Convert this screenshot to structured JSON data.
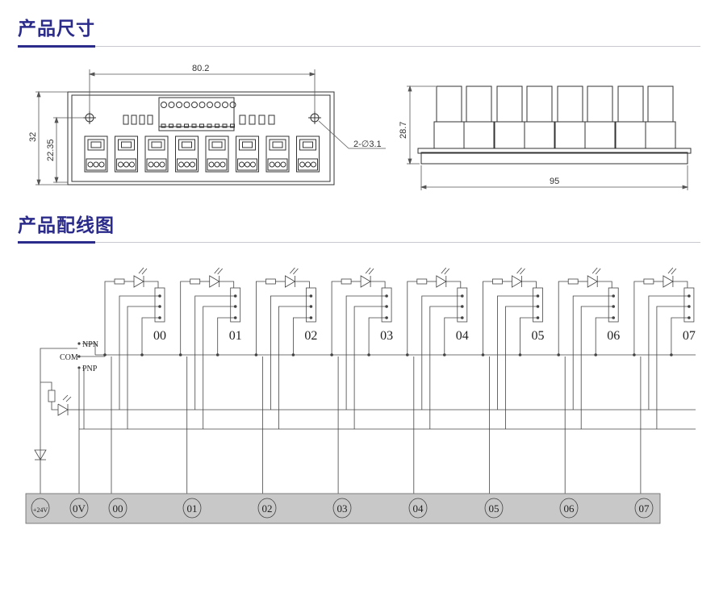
{
  "sections": {
    "dimensions_title": "产品尺寸",
    "wiring_title": "产品配线图"
  },
  "dimensions": {
    "width_top": "80.2",
    "height_left": "32",
    "height_inner": "22.35",
    "hole_note": "2-∅3.1",
    "side_height": "28.7",
    "side_width": "95"
  },
  "wiring": {
    "npn": "NPN",
    "com": "COM",
    "pnp": "PNP",
    "channels": [
      "00",
      "01",
      "02",
      "03",
      "04",
      "05",
      "06",
      "07"
    ],
    "terminals": [
      "+24V",
      "0V",
      "00",
      "01",
      "02",
      "03",
      "04",
      "05",
      "06",
      "07"
    ],
    "colors": {
      "accent": "#2b2b8c",
      "terminal_bar": "#c8c8c8"
    }
  }
}
